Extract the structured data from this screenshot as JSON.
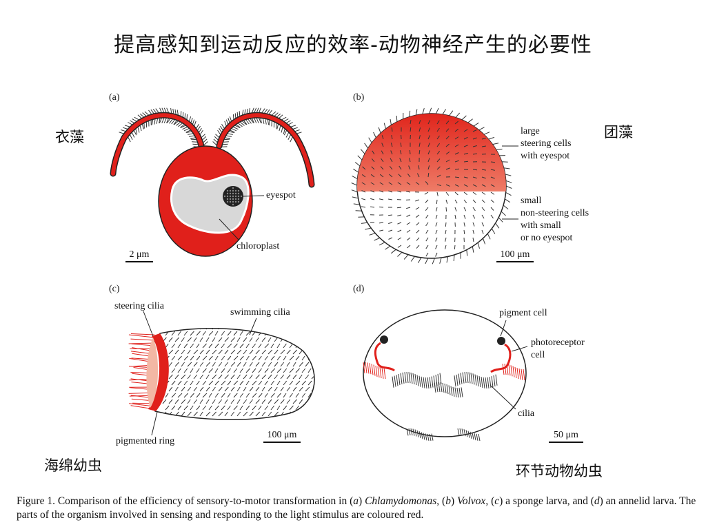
{
  "title": "提高感知到运动反应的效率-动物神经产生的必要性",
  "annotations_cn": {
    "a": "衣藻",
    "b": "团藻",
    "c": "海绵幼虫",
    "d": "环节动物幼虫"
  },
  "panels": {
    "a": {
      "label": "(a)",
      "eyespot": "eyespot",
      "chloroplast": "chloroplast",
      "scale": "2 μm"
    },
    "b": {
      "label": "(b)",
      "large_1": "large",
      "large_2": "steering cells",
      "large_3": "with eyespot",
      "small_1": "small",
      "small_2": "non-steering cells",
      "small_3": "with small",
      "small_4": "or no eyespot",
      "scale": "100 μm"
    },
    "c": {
      "label": "(c)",
      "steering": "steering cilia",
      "swimming": "swimming cilia",
      "ring": "pigmented ring",
      "scale": "100 μm"
    },
    "d": {
      "label": "(d)",
      "pigment": "pigment cell",
      "photo_1": "photoreceptor",
      "photo_2": "cell",
      "cilia": "cilia",
      "scale": "50 μm"
    }
  },
  "caption": {
    "p1": "Figure 1. Comparison of the efficiency of sensory-to-motor transformation in (",
    "a": "a",
    "p2": ") ",
    "chlam": "Chlamydomonas",
    "p3": ", (",
    "b": "b",
    "p4": ") ",
    "volvox": "Volvox",
    "p5": ", (",
    "c": "c",
    "p6": ") a sponge larva, and (",
    "d": "d",
    "p7": ") an annelid larva. The parts of the organism involved in sensing and responding to the light stimulus are coloured red."
  },
  "colors": {
    "red": "#e0201b",
    "grey": "#d8d8d8"
  }
}
